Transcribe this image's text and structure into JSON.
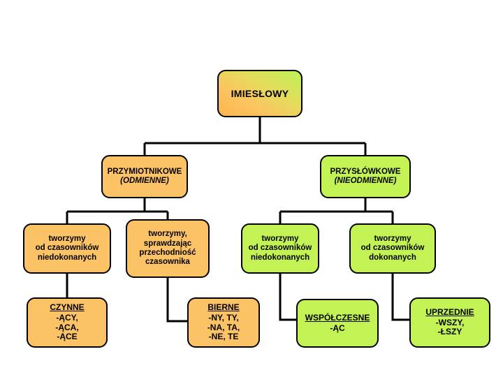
{
  "diagram": {
    "type": "tree",
    "title": "IMIESŁOWY",
    "root": {
      "id": "imieslowy",
      "label": "IMIESŁOWY",
      "color": "#fcc45f"
    },
    "level2": [
      {
        "id": "przymiotnikowe",
        "label": "PRZYMIOTNIKOWE",
        "sub": "(ODMIENNE)",
        "color": "#fcc266"
      },
      {
        "id": "przyslowkowe",
        "label": "PRZYSŁÓWKOWE",
        "sub": "(NIEODMIENNE)",
        "color": "#c2f254"
      }
    ],
    "level3": [
      {
        "id": "niedokonanych-left",
        "lines": [
          "tworzymy",
          "od czasowników",
          "niedokonanych"
        ],
        "color": "#fcc266"
      },
      {
        "id": "przechodniosc",
        "lines": [
          "tworzymy,",
          "sprawdzając",
          "przechodniość",
          "czasownika"
        ],
        "color": "#fcc266"
      },
      {
        "id": "niedokonanych-right",
        "lines": [
          "tworzymy",
          "od czasowników",
          "niedokonanych"
        ],
        "color": "#c2f254"
      },
      {
        "id": "dokonanych",
        "lines": [
          "tworzymy",
          "od czasowników",
          "dokonanych"
        ],
        "color": "#c2f254"
      }
    ],
    "level4": [
      {
        "id": "czynne",
        "head": "CZYNNE",
        "lines": [
          "-ĄCY,",
          "-ĄCA,",
          "-ĄCE"
        ],
        "color": "#fcc266"
      },
      {
        "id": "bierne",
        "head": "BIERNE",
        "lines": [
          "-NY, TY,",
          "-NA, TA,",
          "-NE, TE"
        ],
        "color": "#fcc266"
      },
      {
        "id": "wspolczesne",
        "head": "WSPÓŁCZESNE",
        "lines": [
          "-ĄC"
        ],
        "color": "#c2f254"
      },
      {
        "id": "uprzednie",
        "head": "UPRZEDNIE",
        "lines": [
          "-WSZY,",
          "-ŁSZY"
        ],
        "color": "#c2f254"
      }
    ],
    "colors": {
      "orange": "#fcc266",
      "green": "#c2f254",
      "line": "#000000",
      "background": "#ffffff"
    }
  }
}
